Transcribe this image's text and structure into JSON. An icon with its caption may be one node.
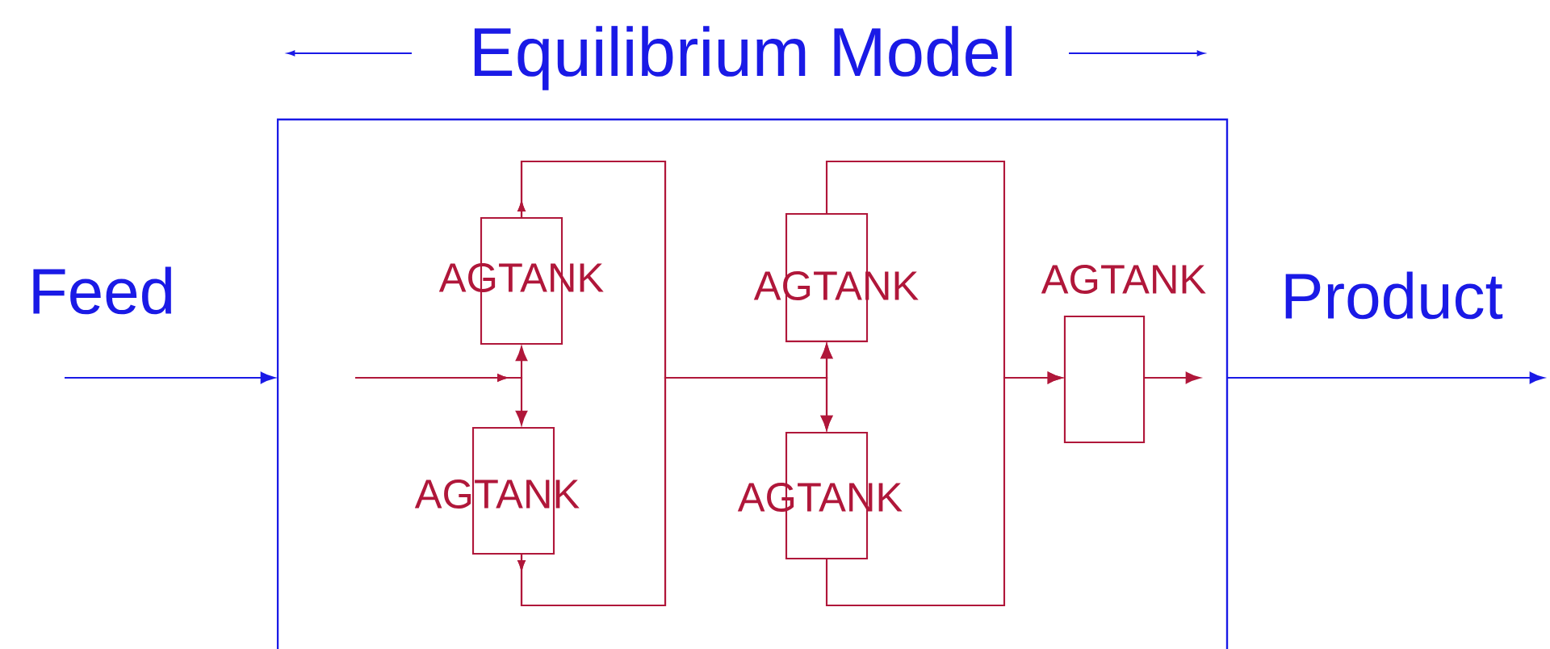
{
  "diagram": {
    "nodes": [
      {
        "text": [
          "Equilibrium Model"
        ]
      },
      {
        "text": [
          "AGTANK"
        ],
        "in": 0
      },
      {
        "text": [
          "AGTANK"
        ],
        "in": 0
      },
      {
        "text": [
          "AGTANK"
        ],
        "in": 0
      },
      {
        "text": [
          "AGTANK"
        ],
        "in": 0
      },
      {
        "text": [
          "AGTANK"
        ],
        "in": 0
      }
    ],
    "edges": [
      {
        "from": null,
        "to": 0,
        "arrow": "to",
        "color": "#1a1ae6"
      },
      {
        "from": null,
        "to": 1,
        "arrow": "to"
      },
      {
        "from": null,
        "to": 2,
        "arrow": "to"
      },
      {
        "from": 1,
        "to": 3,
        "arrow": "to"
      },
      {
        "from": 1,
        "to": 4,
        "arrow": "to"
      },
      {
        "from": 2,
        "to": 3,
        "arrow": "to"
      },
      {
        "from": 2,
        "to": 4,
        "arrow": "to"
      },
      {
        "from": 3,
        "to": 5,
        "arrow": "to"
      },
      {
        "from": 4,
        "to": 5,
        "arrow": "to"
      },
      {
        "from": 5,
        "to": null,
        "arrow": "to"
      },
      {
        "from": 0,
        "to": null,
        "arrow": "to",
        "color": "#1a1ae6"
      }
    ],
    "labels": [
      "Feed",
      "Product"
    ]
  }
}
